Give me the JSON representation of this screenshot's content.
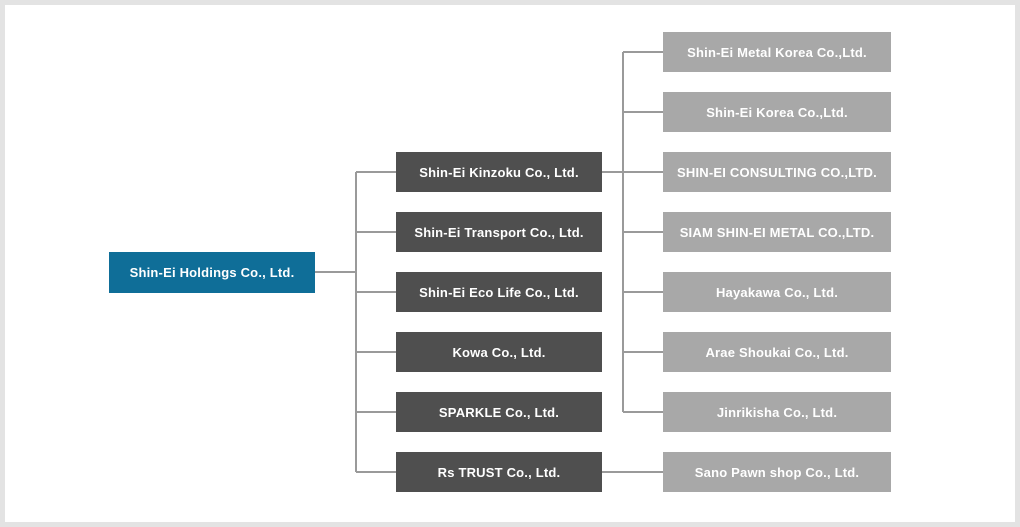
{
  "root": {
    "label": "Shin-Ei Holdings Co., Ltd."
  },
  "subsidiaries": [
    {
      "label": "Shin-Ei Kinzoku Co., Ltd."
    },
    {
      "label": "Shin-Ei Transport Co., Ltd."
    },
    {
      "label": "Shin-Ei Eco Life Co., Ltd."
    },
    {
      "label": "Kowa Co., Ltd."
    },
    {
      "label": "SPARKLE Co., Ltd."
    },
    {
      "label": "Rs TRUST Co., Ltd."
    }
  ],
  "kinzoku_group": [
    {
      "label": "Shin-Ei Metal Korea Co.,Ltd."
    },
    {
      "label": "Shin-Ei Korea Co.,Ltd."
    },
    {
      "label": "SHIN-EI CONSULTING CO.,LTD."
    },
    {
      "label": "SIAM SHIN-EI METAL CO.,LTD."
    },
    {
      "label": "Hayakawa Co., Ltd."
    },
    {
      "label": "Arae Shoukai Co., Ltd."
    },
    {
      "label": "Jinrikisha Co., Ltd."
    }
  ],
  "rs_trust_group": [
    {
      "label": "Sano Pawn shop Co., Ltd."
    }
  ],
  "colors": {
    "root": "#0f6e98",
    "subsidiary": "#4f4f4f",
    "affiliate": "#a8a8a8",
    "connector": "#9a9a9a"
  }
}
